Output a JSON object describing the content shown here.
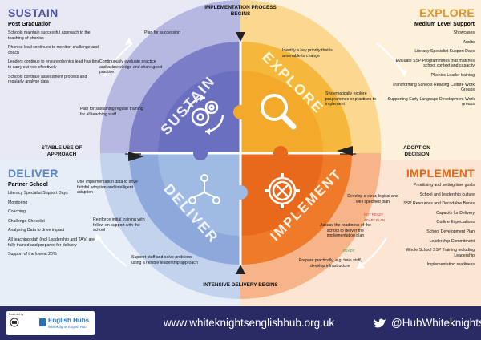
{
  "colors": {
    "sustain": "#7b7ec6",
    "explore": "#f5b83c",
    "deliver": "#8da9db",
    "implement": "#ee7a2a",
    "footer": "#2a2a65"
  },
  "top_label": "IMPLEMENTATION PROCESS BEGINS",
  "left_label": "STABLE USE OF APPROACH",
  "right_label": "ADOPTION DECISION",
  "bottom_label": "INTENSIVE DELIVERY BEGINS",
  "sustain": {
    "title": "SUSTAIN",
    "subtitle": "Post Graduation",
    "items": [
      "Schools maintain successful approach to the teaching of phonics",
      "Phonics lead continues to monitor, challenge and coach",
      "Leaders continue to ensure phonics lead has time to carry out role effectively",
      "Schools continue assessment process and regularly analyse data"
    ],
    "inner_label": "SUSTAIN",
    "notes": [
      "Plan for succession",
      "Continuously evaluate practice and acknowledge and share good practice",
      "Plan for sustaining regular training for all teaching staff"
    ]
  },
  "explore": {
    "title": "EXPLORE",
    "subtitle": "Medium Level Support",
    "items": [
      "Showcases",
      "Audits",
      "Literacy Specialist Support Days",
      "Evaluate SSP Programmmes that matches school context and capacity",
      "Phonics Leader training",
      "Transforming Schools Reading Culture Work Groups",
      "Supporting Early Language Development Work groups"
    ],
    "inner_label": "EXPLORE",
    "notes": [
      "Identify a key priority that is amenable to change",
      "Systematically explore programmes or practices to implement"
    ]
  },
  "deliver": {
    "title": "DELIVER",
    "subtitle": "Partner School",
    "items": [
      "Literacy Specialist Support Days",
      "Monitoring",
      "Coaching",
      "Challenge Checklist",
      "Analysing Data to drive impact",
      "All teaching staff (incl Leadership and TA's) are fully trained and prepared for delivery",
      "Support of the lowest 20%"
    ],
    "inner_label": "DELIVER",
    "notes": [
      "Use implementation data to drive faithful adoption and intelligent adaption",
      "Reinforce initial training with follow-on support with the school",
      "Support staff and solve problems using a flexible leadership approach"
    ]
  },
  "implement": {
    "title": "IMPLEMENT",
    "items": [
      "Prioritising and setting time goals",
      "School and leadership culture",
      "SSP Resources and Decodable Books",
      "Capacity for Delivery",
      "Outline Expectations",
      "School Development Plan",
      "Leadership Commitment",
      "Whole School SSP Training including Leadership",
      "Implementation readiness"
    ],
    "inner_label": "IMPLEMENT",
    "notes": [
      "Develop a clear, logical and well specified plan",
      "Assess the readiness of the school to deliver the implementation plan",
      "Prepare practically, e.g. train staff, develop infrastructure"
    ],
    "not_ready": "NOT READY ADAPT PLAN",
    "ready": "READY"
  },
  "footer": {
    "url": "www.whiteknightsenglishhub.org.uk",
    "handle": "@HubWhiteknights",
    "powered_by": "Powered by",
    "dept": "Department for Education",
    "hub_name": "English Hubs",
    "hub_sub": "Whiteknights English Hub"
  }
}
